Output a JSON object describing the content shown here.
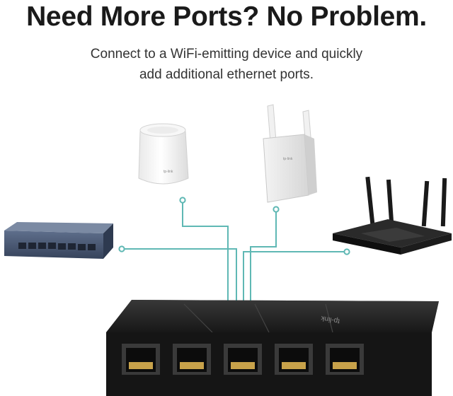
{
  "header": {
    "title": "Need More Ports? No Problem.",
    "subtitle_line1": "Connect to a WiFi-emitting device and quickly",
    "subtitle_line2": "add additional ethernet ports."
  },
  "brand": {
    "logo_text": "tp-link"
  },
  "devices": [
    {
      "name": "mesh-unit"
    },
    {
      "name": "range-extender"
    },
    {
      "name": "wifi-router"
    },
    {
      "name": "desktop-switch-8-port"
    },
    {
      "name": "desktop-switch-5-port"
    }
  ],
  "switch": {
    "port_count": 5
  },
  "colors": {
    "connector_line": "#5fb8b4",
    "background": "#ffffff",
    "switch_body": "#1c1c1c",
    "port_gold": "#c8a24a"
  }
}
